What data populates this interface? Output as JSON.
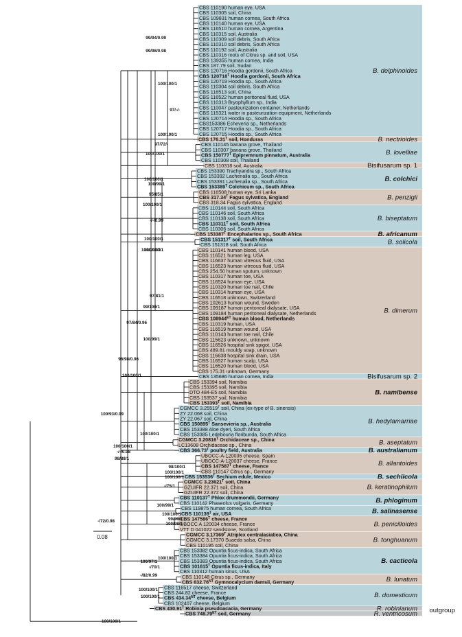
{
  "palette": {
    "blue": "#b9d4db",
    "beige": "#d9cabf",
    "grey": "#c4c7c9"
  },
  "scale_bar": {
    "label": "0.08"
  },
  "clades": [
    {
      "name": "B. delphinoides",
      "bold": false,
      "color": "blue",
      "plain": false,
      "leaves": [
        {
          "t": "CBS 110190 human eye, USA"
        },
        {
          "t": "CBS 110305 soil, China"
        },
        {
          "t": "CBS 109831 human cornea, South Africa"
        },
        {
          "t": "CBS 110140 human eye, USA"
        },
        {
          "t": "CBS 116510 human cornea, Argentina"
        },
        {
          "t": "CBS 110315 soil, Australia"
        },
        {
          "t": "CBS 110309 soil debris, South Africa"
        },
        {
          "t": "CBS 110310 soil debris, South Africa"
        },
        {
          "t": "CBS 110192 soil, Australia"
        },
        {
          "t": "CBS 110316 roots of Citrus sp. and soil, USA"
        },
        {
          "t": "CBS 139355 human cornea, India"
        },
        {
          "t": "CBS 187.79 soil, Sudan"
        },
        {
          "t": "CBS 120716 Hoodia gordonii, South Africa"
        },
        {
          "t": "CBS 120718",
          "sup": "T",
          "rest": " Hoodia gordonii, South Africa",
          "bold": true
        },
        {
          "t": "CBS 120719 Hoodia sp., South Africa"
        },
        {
          "t": "CBS 110304 soil debris, South Africa"
        },
        {
          "t": "CBS 116513 soil, China"
        },
        {
          "t": "CBS 116522 human peritoneal fluid, USA"
        },
        {
          "t": "CBS 110313 Bryophyllum sp., India"
        },
        {
          "t": "CBS 110047 pasteurization container, Netherlands"
        },
        {
          "t": "CBS 115321 water in pasteurization equipment, Netherlands"
        },
        {
          "t": "CBS 120714 Hoodia sp., South Africa"
        },
        {
          "t": "CBS153386 Echeveria sp., Netherlands"
        },
        {
          "t": "CBS 120717 Hoodia sp., South Africa"
        },
        {
          "t": "CBS 120715 Hoodia sp., South Africa"
        }
      ]
    },
    {
      "name": "B. nectrioides",
      "bold": false,
      "color": "beige",
      "plain": false,
      "leaves": [
        {
          "t": "CBS 176.31",
          "sup": "T",
          "rest": " soil, Honduras",
          "bold": true
        }
      ]
    },
    {
      "name": "B. lovelliae",
      "bold": false,
      "color": "blue",
      "plain": false,
      "leaves": [
        {
          "t": "CBS 110145 banana grove, Thailand"
        },
        {
          "t": "CBS 110307 banana grove, Thailand"
        },
        {
          "t": "CBS 150777",
          "sup": "T",
          "rest": " Epipremnum pinnatum, Australia",
          "bold": true
        },
        {
          "t": "CBS 110308 soil, Thailand"
        }
      ]
    },
    {
      "name": "Bisifusarum sp. 1",
      "bold": false,
      "color": "beige",
      "plain": true,
      "leaves": [
        {
          "t": "CBS 110318 soil, Australia"
        }
      ]
    },
    {
      "name": "B. colchici",
      "bold": true,
      "color": "blue",
      "plain": false,
      "leaves": [
        {
          "t": "CBS 153390 Trachyandra sp., South Africa"
        },
        {
          "t": "CBS 153392 Lachenalia sp., South Africa"
        },
        {
          "t": "CBS 153391 Lachenalia sp., South Africa"
        },
        {
          "t": "CBS 153389",
          "sup": "T",
          "rest": " Colchicum sp., South Africa",
          "bold": true
        }
      ]
    },
    {
      "name": "B. penzigii",
      "bold": false,
      "color": "beige",
      "plain": false,
      "leaves": [
        {
          "t": "CBS 116508 human eye, Sri Lanka"
        },
        {
          "t": "CBS 317.34",
          "sup": "T",
          "rest": " Fagus sylvatica, England",
          "bold": true
        },
        {
          "t": "CBS 318.34 Fagus sylvatica, England"
        }
      ]
    },
    {
      "name": "B. biseptatum",
      "bold": false,
      "color": "blue",
      "plain": false,
      "leaves": [
        {
          "t": "CBS 110144 soil, South Africa"
        },
        {
          "t": "CBS 110146 soil, South Africa"
        },
        {
          "t": "CBS 110138 soil, South Africa"
        },
        {
          "t": "CBS 110311",
          "sup": "T",
          "rest": " soil, South Africa",
          "bold": true
        },
        {
          "t": "CBS 110306 soil, South Africa"
        }
      ]
    },
    {
      "name": "B. africanum",
      "bold": true,
      "color": "beige",
      "plain": false,
      "leaves": [
        {
          "t": "CBS 153387",
          "sup": "T",
          "rest": " Encephalartos sp., South Africa",
          "bold": true
        }
      ]
    },
    {
      "name": "B. solicola",
      "bold": false,
      "color": "blue",
      "plain": false,
      "leaves": [
        {
          "t": "CBS 151317",
          "sup": "T",
          "rest": " soil, South Africa",
          "bold": true
        },
        {
          "t": "CBS 151318 soil, South Africa"
        }
      ]
    },
    {
      "name": "B. dimerum",
      "bold": false,
      "color": "beige",
      "plain": false,
      "leaves": [
        {
          "t": "CBS 110141 human blood, USA"
        },
        {
          "t": "CBS 116521 human leg, USA"
        },
        {
          "t": "CBS 116637 human vitreous fluid, USA"
        },
        {
          "t": "CBS 116523 human vitreous fluid, USA"
        },
        {
          "t": "CBS 254.50 human sputum, unknown"
        },
        {
          "t": "CBS 110317 human toe, USA"
        },
        {
          "t": "CBS 116524 human eye, USA"
        },
        {
          "t": "CBS 110320 human toe nail, Chile"
        },
        {
          "t": "CBS 110314 human eye, USA"
        },
        {
          "t": "CBS 116518 unknown, Switzerland"
        },
        {
          "t": "CBS 102613 human wound, Sweden"
        },
        {
          "t": "CBS 109187 human peritoneal dialysate, USA"
        },
        {
          "t": "CBS 109184 human peritoneal dialysate, Netherlands"
        },
        {
          "t": "CBS 108944",
          "sup": "ET",
          "rest": " human blood, Netherlands",
          "bold": true
        },
        {
          "t": "CBS 110319 human, USA"
        },
        {
          "t": "CBS 116519 human wound, USA"
        },
        {
          "t": "CBS 110143 human toe nail, Chile"
        },
        {
          "t": "CBS 115623 unknown, unknown"
        },
        {
          "t": "CBS 116526 hospital sink spigot, USA"
        },
        {
          "t": "CBS 489.81 mouldy soap, unknown"
        },
        {
          "t": "CBS 116638 hospital sink drain, USA"
        },
        {
          "t": "CBS 116527 human scalp, USA"
        },
        {
          "t": "CBS 116520 human blood, USA"
        },
        {
          "t": "CBS 175.31 unknown, Germany"
        }
      ]
    },
    {
      "name": "Bisifusarum sp. 2",
      "bold": false,
      "color": "blue",
      "plain": true,
      "leaves": [
        {
          "t": "CBS 135686 human cornea, India"
        }
      ]
    },
    {
      "name": "B. namibense",
      "bold": true,
      "color": "beige",
      "plain": false,
      "leaves": [
        {
          "t": "CBS 153394 soil, Namibia"
        },
        {
          "t": "CBS 153395 soil, Namibia"
        },
        {
          "t": "DTO 484-E5 soil, Namibia"
        },
        {
          "t": "CBS 153537 soil, Namibia"
        },
        {
          "t": "CBS 153393",
          "sup": "T",
          "rest": " soil, Namibia",
          "bold": true
        }
      ]
    },
    {
      "name": "B. hedylamarriae",
      "bold": false,
      "color": "blue",
      "plain": false,
      "leaves": [
        {
          "t": "CGMCC 3.25519",
          "sup": "T",
          "rest": " soil, China (ex-type of B. sinensis)"
        },
        {
          "t": "ZY 22.068 soil, China"
        },
        {
          "t": "ZY 22.067 soil, China"
        },
        {
          "t": "CBS 150895",
          "sup": "T",
          "rest": " Sansevieria sp., Australia",
          "bold": true
        },
        {
          "t": "CBS 153388 Aloe dyeri, South Africa"
        },
        {
          "t": "CBS 153385 Ledebouria floribunda, South Africa"
        }
      ]
    },
    {
      "name": "B. aseptatum",
      "bold": false,
      "color": "beige",
      "plain": false,
      "leaves": [
        {
          "t": "CGMCC 3.20816",
          "sup": "T",
          "rest": " Orchidaceae sp., China",
          "bold": true
        },
        {
          "t": "LC13608 Orchidaceae sp., China"
        }
      ]
    },
    {
      "name": "B. australianum",
      "bold": true,
      "color": "blue",
      "plain": false,
      "leaves": [
        {
          "t": "CBS 366.73",
          "sup": "T",
          "rest": " poultry field, Australia",
          "bold": true
        }
      ]
    },
    {
      "name": "B. allantoides",
      "bold": false,
      "color": "beige",
      "plain": false,
      "leaves": [
        {
          "t": "UBOCC-A-120035 cheese, Spain"
        },
        {
          "t": "UBOCC-A-120037 cheese, France"
        },
        {
          "t": "CBS 147587",
          "sup": "T",
          "rest": " cheese, France",
          "bold": true
        },
        {
          "t": "CBS 110147 Citrus sp., Germany"
        }
      ]
    },
    {
      "name": "B. sechiicola",
      "bold": true,
      "color": "blue",
      "plain": false,
      "leaves": [
        {
          "t": "CBS 153536",
          "sup": "T",
          "rest": " Sechium edule, Mexico",
          "bold": true
        }
      ]
    },
    {
      "name": "B. keratinophilum",
      "bold": false,
      "color": "beige",
      "plain": false,
      "leaves": [
        {
          "t": "CGMCC 3.23621",
          "sup": "T",
          "rest": " soil, China",
          "bold": true
        },
        {
          "t": "GZUIFR 22.371 soil, China"
        },
        {
          "t": "GZUIFR 22.372 soil, China"
        }
      ]
    },
    {
      "name": "B. phloginum",
      "bold": true,
      "color": "blue",
      "plain": false,
      "leaves": [
        {
          "t": "CBS 110137",
          "sup": "T",
          "rest": " Phlox drummondii, Germany",
          "bold": true
        },
        {
          "t": "CBS 110142 Phaseolus vulgaris, Germany"
        }
      ]
    },
    {
      "name": "B. salinasense",
      "bold": true,
      "color": "blue",
      "plain": false,
      "leaves": [
        {
          "t": "CBS 119875 human cornea, South Africa"
        },
        {
          "t": "CBS 110139",
          "sup": "T",
          "rest": " air, USA",
          "bold": true
        }
      ]
    },
    {
      "name": "B. penicilloides",
      "bold": false,
      "color": "beige",
      "plain": false,
      "leaves": [
        {
          "t": "CBS 147586",
          "sup": "T",
          "rest": " cheese, France",
          "bold": true
        },
        {
          "t": "UBOCC A 120034 cheese, France"
        },
        {
          "t": "VTT D 041022 sandstone, Scotland"
        }
      ]
    },
    {
      "name": "B. tonghuanum",
      "bold": false,
      "color": "beige",
      "plain": false,
      "leaves": [
        {
          "t": "CGMCC 3.17369",
          "sup": "T",
          "rest": " Atriplex centralasiatica, China",
          "bold": true
        },
        {
          "t": "CGMCC 3.17370 Suaeda salsa, China"
        },
        {
          "t": "CBS 110195 soil, China"
        }
      ]
    },
    {
      "name": "B. cacticola",
      "bold": true,
      "color": "blue",
      "plain": false,
      "leaves": [
        {
          "t": "CBS 153382 Opuntia ficus-indica, South Africa"
        },
        {
          "t": "CBS 153384 Opuntia ficus-indica, South Africa"
        },
        {
          "t": "CBS 153383 Opuntia ficus-indica, South Africa"
        },
        {
          "t": "CBS 101615",
          "sup": "T",
          "rest": " Opuntia ficus-indica, Italy",
          "bold": true
        },
        {
          "t": "CBS 110312 human sinus, USA"
        }
      ]
    },
    {
      "name": "B. lunatum",
      "bold": false,
      "color": "beige",
      "plain": false,
      "leaves": [
        {
          "t": "CBS 110148 Citrus sp., Germany"
        },
        {
          "t": "CBS 632.76",
          "sup": "NT",
          "rest": " Gymnocalycium damsii, Germany",
          "bold": true
        }
      ]
    },
    {
      "name": "B. domesticum",
      "bold": false,
      "color": "blue",
      "plain": false,
      "leaves": [
        {
          "t": "CBS 116517 cheese, Switzerland"
        },
        {
          "t": "CBS 244.82 cheese, France"
        },
        {
          "t": "CBS 434.34",
          "sup": "NT",
          "rest": " cheese, Belgium",
          "bold": true
        },
        {
          "t": "CBS 102407 cheese, Belgium"
        }
      ]
    },
    {
      "name": "R. robinianum",
      "bold": false,
      "color": "grey",
      "plain": false,
      "leaves": [
        {
          "t": "CBS 430.91",
          "sup": "T",
          "rest": " Robinia pseudoacacia, Germany",
          "bold": true
        }
      ]
    },
    {
      "name": "R. ventricosum",
      "bold": false,
      "color": "grey",
      "plain": false,
      "leaves": [
        {
          "t": "CBS 748.79",
          "sup": "ET",
          "rest": " soil, Germany",
          "bold": true
        }
      ]
    }
  ],
  "outgroup_label": "outgroup",
  "support_labels": [
    "99/94/0.99",
    "99/98/0.98",
    "100/100/1",
    "97/-/-",
    "100/100/1",
    "97/72/-",
    "100/100/1",
    "100/100/1",
    "100/99/1",
    "95/85/1",
    "100/100/1",
    "-/-/0.99",
    "100/100/1",
    "100/100/1",
    "100/100/1",
    "97/81/1",
    "99/100/1",
    "97/84/0.96",
    "100/99/1",
    "96/98/0.96",
    "100/100/1",
    "100/93/0.99",
    "100/100/1",
    "100/100/1",
    "-/-/0.98",
    "98/88/1",
    "98/100/1",
    "100/100/1",
    "100/100/1",
    "-/75/1",
    "100/99/1",
    "100/100/1",
    "99/99/1",
    "100/98/1",
    "100/100/1",
    "-/72/0.98",
    "100/97/1",
    "-/70/1",
    "-/82/0.99",
    "100/100/1",
    "100/100/1",
    "100/100/1"
  ]
}
